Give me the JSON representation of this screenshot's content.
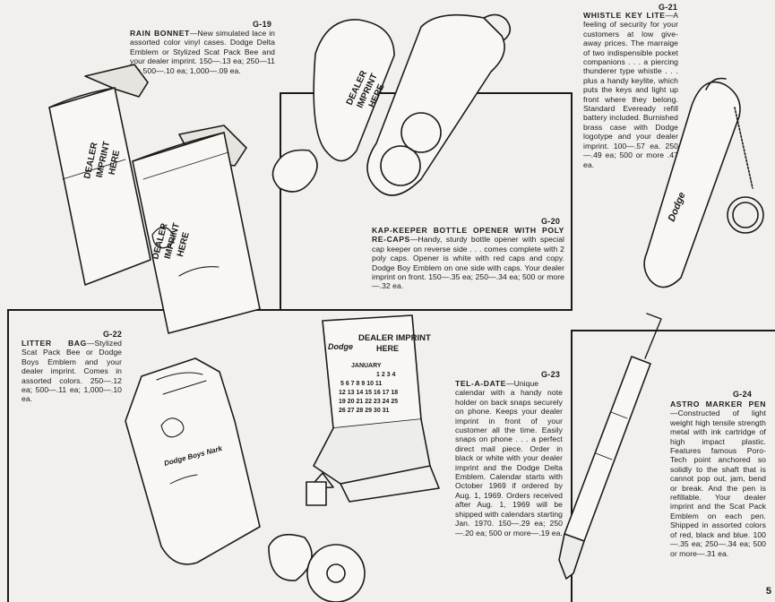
{
  "items": [
    {
      "code": "G-19",
      "name": "RAIN BONNET",
      "text": "—New simulated lace in assorted color vinyl cases. Dodge Delta Emblem or Stylized Scat Pack Bee and your dealer imprint. 150—.13 ea; 250—11 ea; 500—.10 ea; 1,000—.09 ea."
    },
    {
      "code": "G-21",
      "name": "WHISTLE KEY LITE",
      "text": "—A feeling of security for your customers at low give-away prices. The marraige of two indispensible pocket companions . . . a piercing thunderer type whistle . . . plus a handy keylite, which puts the keys and light up front where they belong. Standard Eveready refill battery included. Burnished brass case with Dodge logotype and your dealer imprint. 100—.57 ea. 250—.49 ea; 500 or more .47 ea."
    },
    {
      "code": "G-20",
      "name": "KAP-KEEPER BOTTLE OPENER WITH POLY RE-CAPS",
      "text": "—Handy, sturdy bottle opener with special cap keeper on reverse side . . . comes complete with 2 poly caps. Opener is white with red caps and copy. Dodge Boy Emblem on one side with caps. Your dealer imprint on front. 150—.35 ea; 250—.34 ea; 500 or more—.32 ea."
    },
    {
      "code": "G-22",
      "name": "LITTER BAG",
      "text": "—Stylized Scat Pack Bee or Dodge Boys Emblem and your dealer imprint. Comes in assorted colors. 250—.12 ea; 500—.11 ea; 1,000—.10 ea."
    },
    {
      "code": "G-23",
      "name": "TEL-A-DATE",
      "text": "—Unique calendar with a handy note holder on back snaps securely on phone. Keeps your dealer imprint in front of your customer all the time. Easily snaps on phone . . . a perfect direct mail piece. Order in black or white with your dealer imprint and the Dodge Delta Emblem. Calendar starts with October 1969 if ordered by Aug. 1, 1969. Orders received after Aug. 1, 1969 will be shipped with calendars starting Jan. 1970. 150—.29 ea; 250—.20 ea; 500 or more—.19 ea."
    },
    {
      "code": "G-24",
      "name": "ASTRO MARKER PEN",
      "text": "—Constructed of light weight high tensile strength metal with ink cartridge of high impact plastic. Features famous Poro-Tech point anchored so solidly to the shaft that is cannot pop out, jam, bend or break. And the pen is refillable. Your dealer imprint and the Scat Pack Emblem on each pen. Shipped in assorted colors of red, black and blue. 100—.35 ea; 250—.34 ea; 500 or more—.31 ea."
    }
  ],
  "art": {
    "imprint_a": [
      "DEALER",
      "IMPRINT",
      "HERE"
    ],
    "imprint_b": [
      "DEALER IMPRINT",
      "HERE"
    ],
    "brand": "Dodge",
    "script": "Dodge Boys Nark",
    "calendar_month": "JANUARY",
    "calendar_rows": [
      "1 2 3 4",
      "5 6 7 8 9 10 11",
      "12 13 14 15 16 17 18",
      "19 20 21 22 23 24 25",
      "26 27 28 29 30 31"
    ]
  },
  "page_number": "5"
}
